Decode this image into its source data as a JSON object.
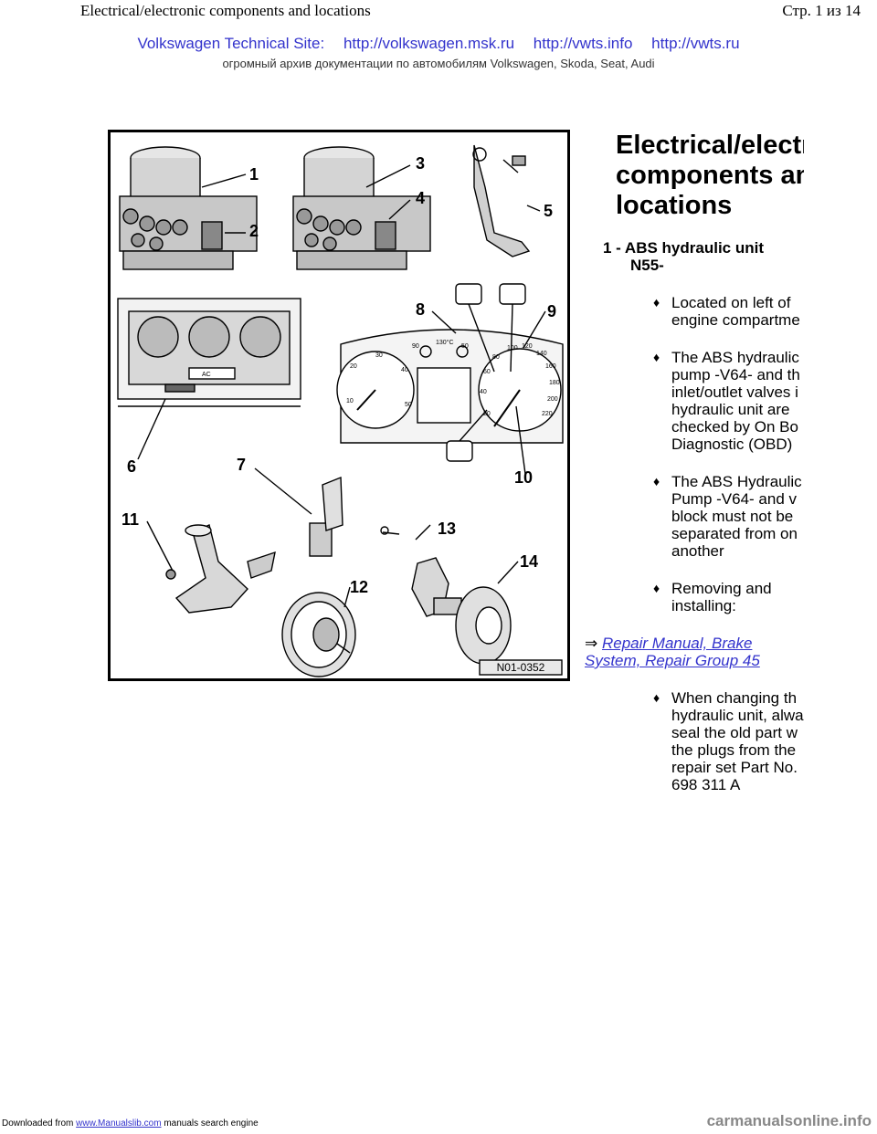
{
  "header": {
    "doc_title": "Electrical/electronic components and locations",
    "page_label": "Стр. 1 из 14",
    "banner_links": [
      "Volkswagen Technical Site:",
      "http://volkswagen.msk.ru",
      "http://vwts.info",
      "http://vwts.ru"
    ],
    "banner_sub": "огромный архив документации по автомобилям Volkswagen, Skoda, Seat, Audi"
  },
  "figure": {
    "code": "N01-0352",
    "callouts": [
      "1",
      "2",
      "3",
      "4",
      "5",
      "6",
      "7",
      "8",
      "9",
      "10",
      "11",
      "12",
      "13",
      "14"
    ],
    "cluster_numbers": {
      "left": [
        "10",
        "20",
        "30",
        "40",
        "50"
      ],
      "right": [
        "20",
        "40",
        "60",
        "80",
        "100",
        "120",
        "140",
        "160",
        "180",
        "200",
        "220"
      ],
      "temp": [
        "90",
        "130°C",
        "50"
      ],
      "ac": "AC"
    }
  },
  "section": {
    "heading_lines": [
      "Electrical/electrc",
      "components anc",
      "locations"
    ],
    "item_title_lines": [
      "1 - ABS hydraulic unit",
      "N55-"
    ],
    "bullets_a": [
      "Located on left of\nengine compartme",
      "The ABS hydraulic\npump -V64- and th\ninlet/outlet valves i\nhydraulic unit are\nchecked by On Bo\nDiagnostic (OBD)",
      "The ABS Hydraulic\nPump -V64- and v\nblock must not be\nseparated from on\nanother",
      "Removing and\ninstalling:"
    ],
    "link_arrow": "⇒",
    "link_lines": [
      "Repair Manual, Brake",
      "System, Repair Group 45"
    ],
    "bullets_b": [
      "When changing th\nhydraulic unit, alwa\nseal the old part w\nthe plugs from the\nrepair set Part No.\n698 311 A"
    ]
  },
  "footer": {
    "prefix": "Downloaded from",
    "link": "www.Manualslib.com",
    "suffix": "manuals search engine",
    "watermark": "carmanualsonline.info"
  }
}
